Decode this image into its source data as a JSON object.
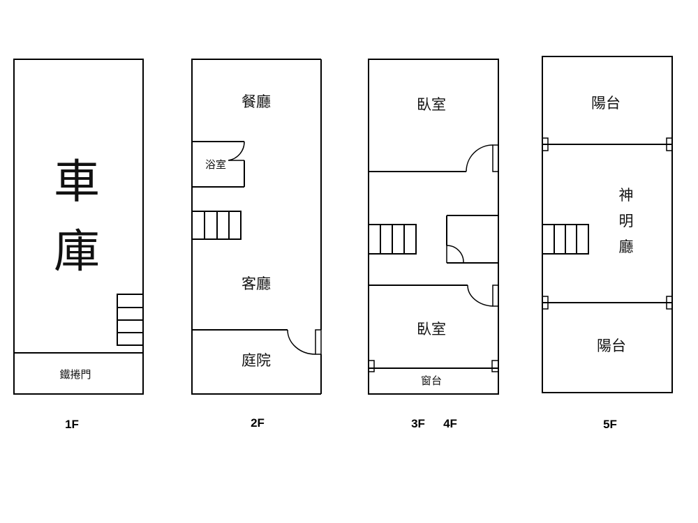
{
  "floors": {
    "f1": {
      "label": "1F",
      "garage_char_1": "車",
      "garage_char_2": "庫",
      "rolling_door": "鐵捲門"
    },
    "f2": {
      "label": "2F",
      "dining": "餐廳",
      "bathroom": "浴室",
      "living": "客廳",
      "courtyard": "庭院"
    },
    "f3": {
      "label_3f": "3F",
      "label_4f": "4F",
      "bedroom_top": "臥室",
      "bedroom_bottom": "臥室",
      "window_sill": "窗台"
    },
    "f5": {
      "label": "5F",
      "balcony_top": "陽台",
      "shrine_char_1": "神",
      "shrine_char_2": "明",
      "shrine_char_3": "廳",
      "balcony_bottom": "陽台"
    }
  }
}
